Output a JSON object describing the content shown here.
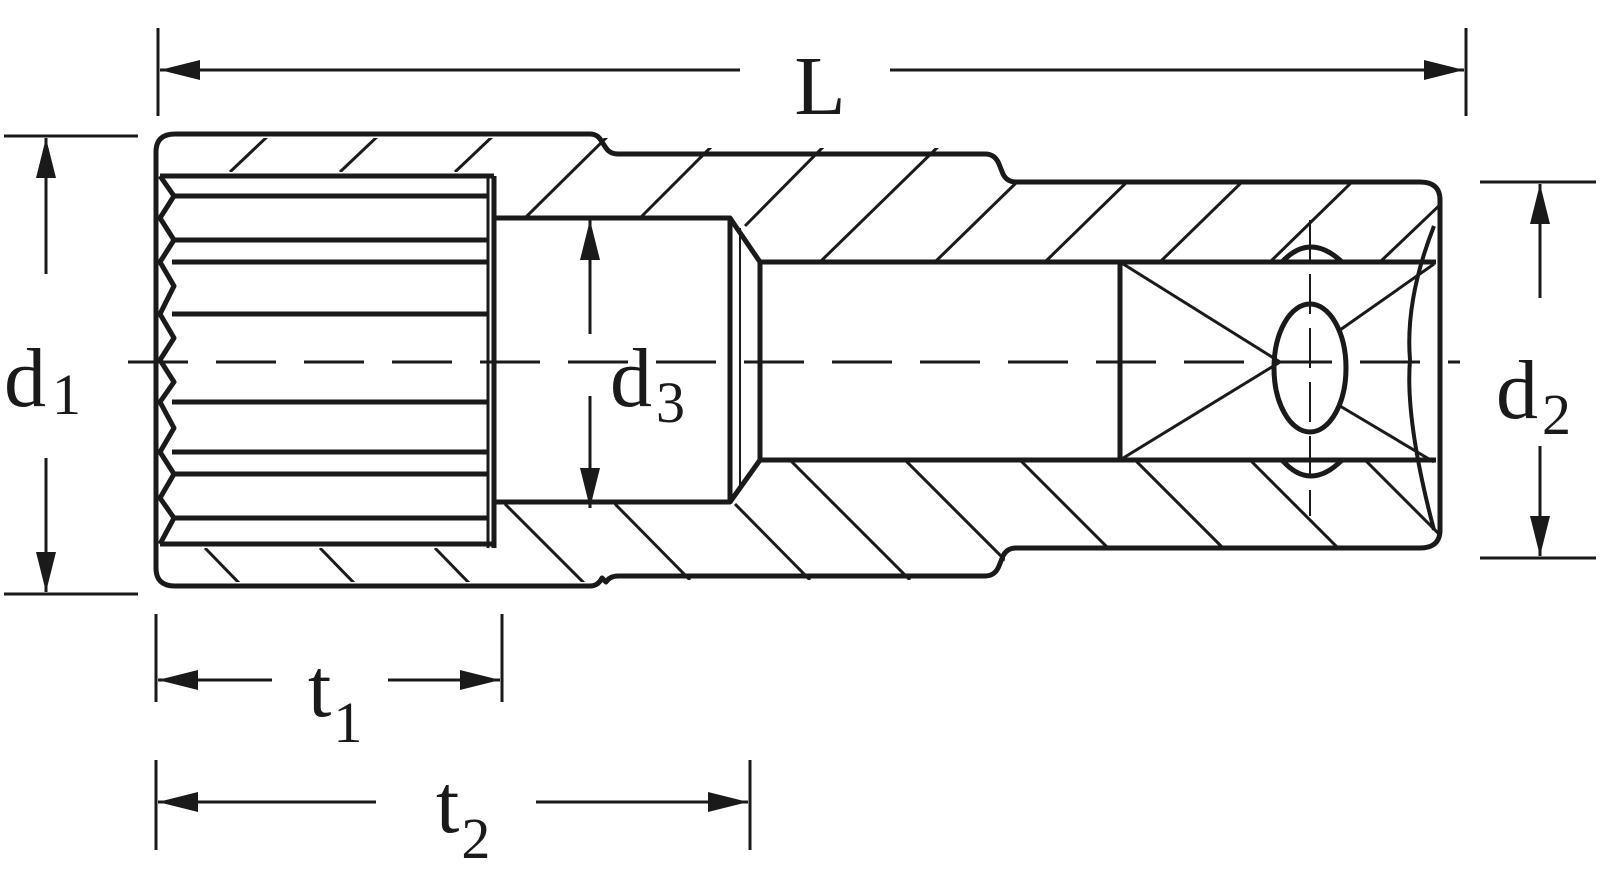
{
  "diagram": {
    "labels": {
      "L": {
        "main": "L",
        "sub": ""
      },
      "d1": {
        "main": "d",
        "sub": "1"
      },
      "d2": {
        "main": "d",
        "sub": "2"
      },
      "d3": {
        "main": "d",
        "sub": "3"
      },
      "t1": {
        "main": "t",
        "sub": "1"
      },
      "t2": {
        "main": "t",
        "sub": "2"
      }
    },
    "colors": {
      "ink": "#1a1a1a",
      "background": "#ffffff"
    }
  }
}
